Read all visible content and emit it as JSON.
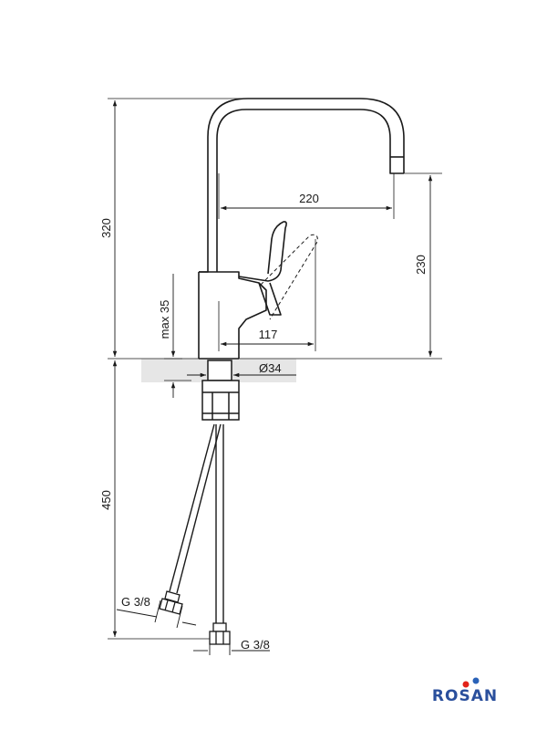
{
  "dimensions": {
    "height_total": "320",
    "spout_reach": "220",
    "spout_height": "230",
    "lever_reach": "117",
    "max_thickness": "max 35",
    "mount_diameter": "Ø34",
    "hose_length": "450",
    "thread_left": "G 3/8",
    "thread_right": "G 3/8"
  },
  "brand": {
    "name": "ROSAN",
    "colors": {
      "text": "#2a4f9c",
      "dot_red": "#e2231a",
      "dot_blue": "#2a62b8"
    }
  }
}
